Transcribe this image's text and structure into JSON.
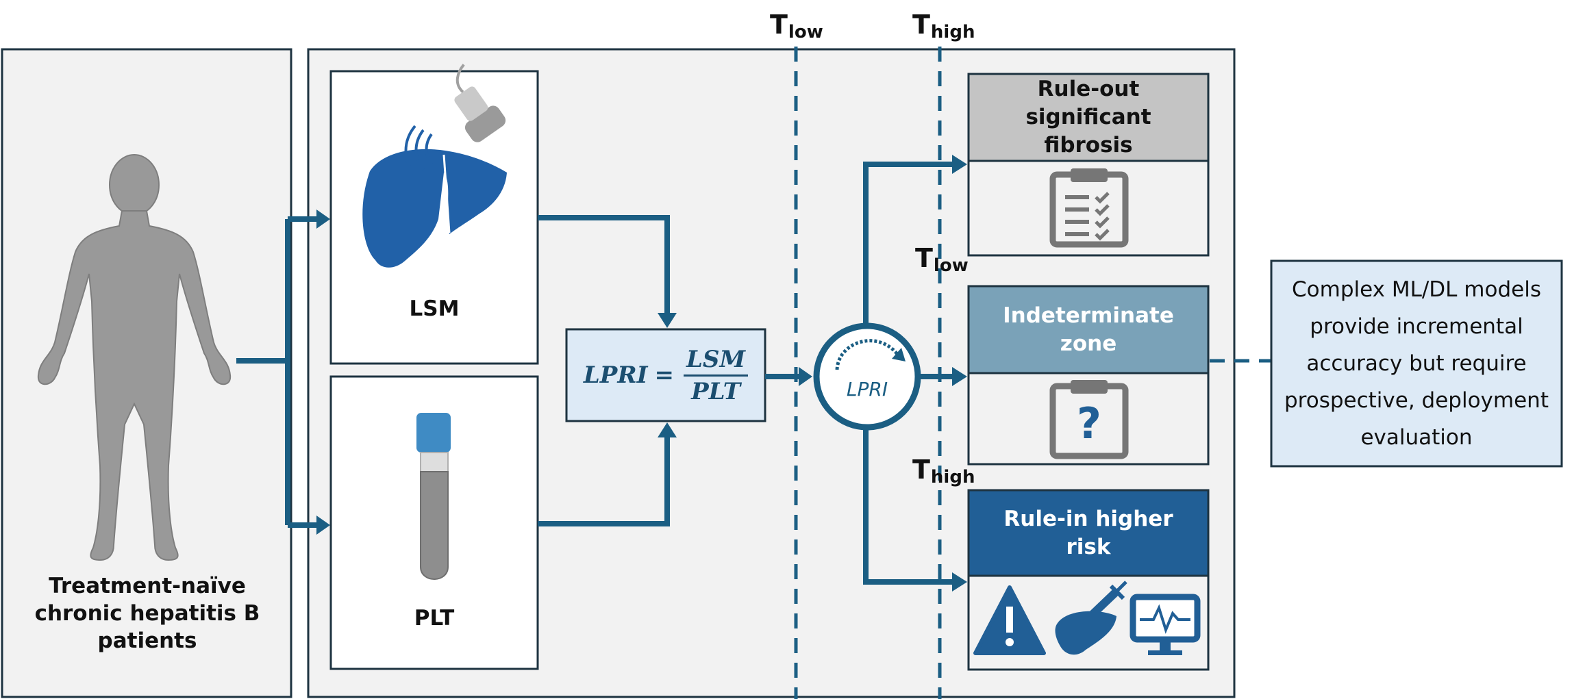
{
  "thresholds": {
    "top_low": {
      "main": "T",
      "sub": "low"
    },
    "top_high": {
      "main": "T",
      "sub": "high"
    },
    "mid_low": {
      "main": "T",
      "sub": "low"
    },
    "mid_high": {
      "main": "T",
      "sub": "high"
    }
  },
  "patient": {
    "label_lines": [
      "Treatment-naïve",
      "chronic hepatitis B",
      "patients"
    ],
    "icon": "human-silhouette-icon"
  },
  "inputs": {
    "lsm": {
      "label": "LSM",
      "icon": "liver-ultrasound-icon"
    },
    "plt": {
      "label": "PLT",
      "icon": "blood-tube-icon"
    }
  },
  "formula": {
    "lhs": "LPRI",
    "eq": "=",
    "numerator": "LSM",
    "denominator": "PLT"
  },
  "lpri_circle": {
    "label": "LPRI"
  },
  "outcomes": [
    {
      "title_lines": [
        "Rule-out",
        "significant",
        "fibrosis"
      ],
      "icon": "checklist-clipboard-icon",
      "header_color": "#c4c4c4",
      "text_color": "#111111"
    },
    {
      "title_lines": [
        "Indeterminate",
        "zone"
      ],
      "icon": "question-clipboard-icon",
      "header_color": "#7aa2b8",
      "text_color": "#ffffff"
    },
    {
      "title_lines": [
        "Rule-in higher",
        "risk"
      ],
      "icons": [
        "warning-icon",
        "liver-injection-icon",
        "monitor-icon"
      ],
      "header_color": "#215f96",
      "text_color": "#ffffff"
    }
  ],
  "side_note": {
    "lines": [
      "Complex ML/DL models",
      "provide incremental",
      "accuracy but require",
      "prospective, deployment",
      "evaluation"
    ]
  },
  "colors": {
    "arrow": "#1b5e83",
    "panel_bg": "#f2f2f2",
    "border": "#1d3340",
    "formula_bg": "#ddeaf6",
    "note_bg": "#ddeaf6",
    "dashed": "#1b5e83"
  }
}
